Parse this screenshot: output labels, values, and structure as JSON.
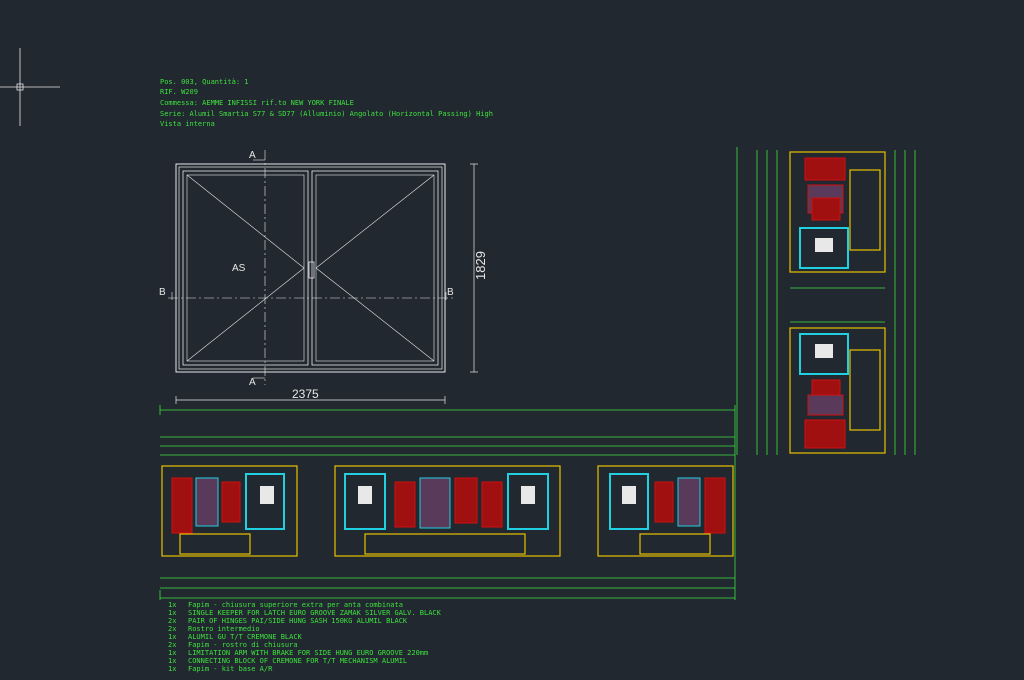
{
  "header": {
    "lines": [
      "Pos. 003, Quantità: 1",
      "RIF. W209",
      "Commessa: AEMME INFISSI rif.to NEW YORK FINALE",
      "Serie: Alumil Smartia S77 & SD77 (Alluminio) Angolato (Horizontal Passing) High",
      "Vista interna"
    ]
  },
  "elevation": {
    "sash_label": "AS",
    "height_label": "1829",
    "width_label": "2375",
    "section_a": "A",
    "section_b": "B"
  },
  "parts_list": [
    {
      "qty": "1x",
      "desc": "Fapim - chiusura superiore extra per anta combinata"
    },
    {
      "qty": "1x",
      "desc": "SINGLE KEEPER FOR LATCH EURO GROOVE ZAMAK SILVER GALV. BLACK"
    },
    {
      "qty": "2x",
      "desc": "PAIR OF HINGES PAI/SIDE HUNG SASH 150KG ALUMIL  BLACK"
    },
    {
      "qty": "2x",
      "desc": "Rostro intermedio"
    },
    {
      "qty": "1x",
      "desc": "ALUMIL GU T/T CREMONE BLACK"
    },
    {
      "qty": "2x",
      "desc": "Fapim - rostro di chiusura"
    },
    {
      "qty": "1x",
      "desc": "LIMITATION ARM WITH BRAKE FOR SIDE HUNG EURO GROOVE 220mm"
    },
    {
      "qty": "1x",
      "desc": "CONNECTING BLOCK OF CREMONE FOR T/T MECHANISM ALUMIL"
    },
    {
      "qty": "1x",
      "desc": "Fapim - kit base A/R"
    }
  ],
  "colors": {
    "background": "#212830",
    "text_green": "#3ee23e",
    "frame_white": "#e8e8e8",
    "profile_yellow": "#e8c000",
    "gasket_red": "#d01010",
    "glass_cyan": "#20d0e0"
  }
}
